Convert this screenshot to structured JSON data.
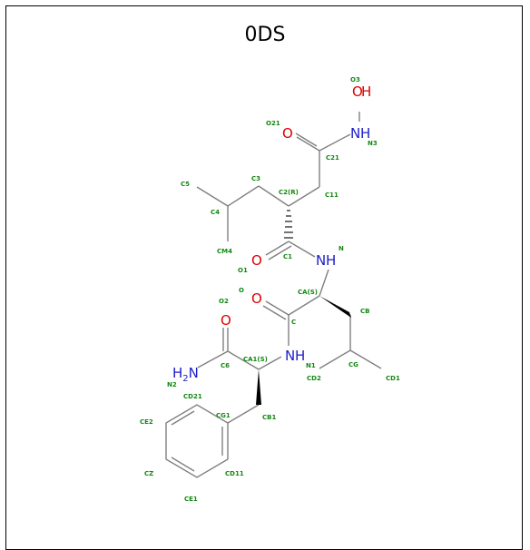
{
  "title": "0DS",
  "atoms": {
    "O_top": "O",
    "H_top": "H",
    "N_top": "N",
    "H_n3": "H",
    "O_c21": "O",
    "O_c1": "O",
    "N_mid": "N",
    "H_mid": "H",
    "O_c": "O",
    "O_c6": "O",
    "N_low": "N",
    "H_low": "H",
    "H_nh2": "H",
    "sub_nh2": "2",
    "N_nh2": "N"
  },
  "labels": {
    "O3": "O3",
    "O21": "O21",
    "N3": "N3",
    "C21": "C21",
    "C5": "C5",
    "C3": "C3",
    "C2R": "C2(R)",
    "C11": "C11",
    "C4": "C4",
    "CM4": "CM4",
    "C1": "C1",
    "N": "N",
    "O1": "O1",
    "O2": "O2",
    "O": "O",
    "CAS": "CA(S)",
    "CB": "CB",
    "C": "C",
    "CA1S": "CA1(S)",
    "C6": "C6",
    "N1": "N1",
    "CG": "CG",
    "CD2": "CD2",
    "CD1": "CD1",
    "N2": "N2",
    "CD21": "CD21",
    "CG1": "CG1",
    "CB1": "CB1",
    "CE2": "CE2",
    "CZ": "CZ",
    "CD11": "CD11",
    "CE1": "CE1"
  }
}
